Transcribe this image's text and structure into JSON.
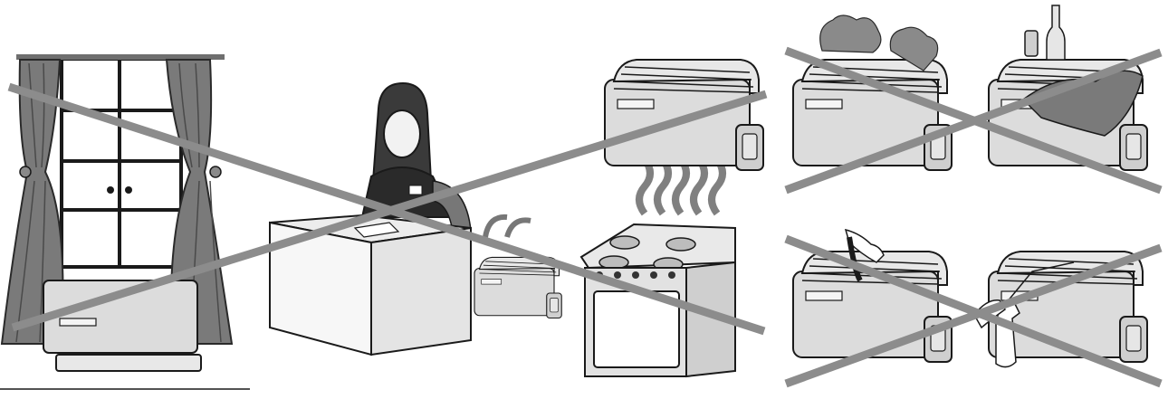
{
  "illustration": {
    "panels": [
      {
        "id": "curtains",
        "depicts": "air-conditioner-under-window-curtains",
        "prohibited": true
      },
      {
        "id": "desk-woman",
        "depicts": "air-conditioner-behind-desk-with-person",
        "prohibited": true
      },
      {
        "id": "stove",
        "depicts": "air-conditioner-above-gas-stove",
        "prohibited": true
      },
      {
        "id": "plants",
        "depicts": "plants-on-air-conditioner",
        "prohibited": true
      },
      {
        "id": "objects",
        "depicts": "bottles-and-cloth-on-air-conditioner",
        "prohibited": true
      },
      {
        "id": "hand-cleaning",
        "depicts": "hand-touching-air-conditioner",
        "prohibited": true
      },
      {
        "id": "spray",
        "depicts": "spray-cleaner-on-air-conditioner",
        "prohibited": true
      }
    ]
  },
  "colors": {
    "unit_fill": "#dcdcdc",
    "unit_stroke": "#1a1a1a",
    "curtain": "#6f6f6f",
    "cross": "#8c8c8c",
    "background": "#ffffff"
  }
}
